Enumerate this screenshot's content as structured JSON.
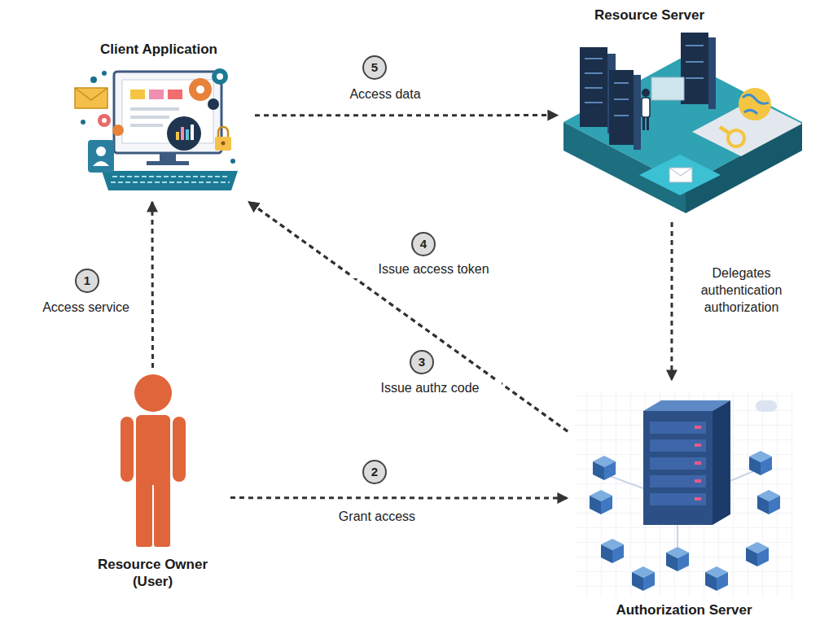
{
  "diagram": {
    "nodes": [
      {
        "text": [
          "Client Application"
        ]
      },
      {
        "text": [
          "Resource Server"
        ]
      },
      {
        "text": [
          "Resource Owner (User)"
        ]
      },
      {
        "text": [
          "Authorization Server"
        ]
      }
    ],
    "edges": [
      {
        "from": 2,
        "to": 0,
        "label": "Access service",
        "arrow": "to"
      },
      {
        "from": 0,
        "to": 1,
        "label": "Access data",
        "arrow": "to"
      },
      {
        "from": 3,
        "to": 0,
        "label": "Issue authz code",
        "arrow": "to"
      },
      {
        "from": 3,
        "to": 0,
        "label": "Issue access token",
        "arrow": "to"
      },
      {
        "from": 2,
        "to": 3,
        "label": "Grant access",
        "arrow": "to"
      },
      {
        "from": 1,
        "to": 3,
        "label": "Delegates authentication authorization",
        "arrow": "to"
      }
    ],
    "labels": [
      "1",
      "2",
      "3",
      "4",
      "5"
    ]
  }
}
